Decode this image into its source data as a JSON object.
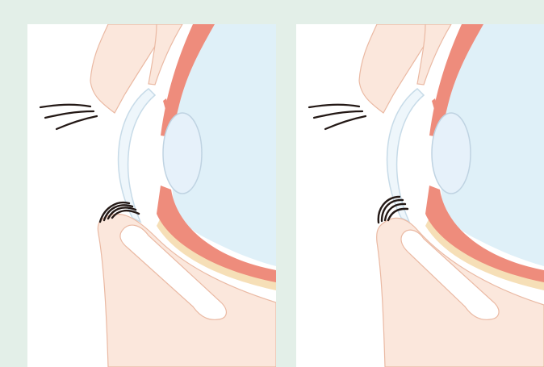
{
  "figure": {
    "description_visible_text": "",
    "panels": [
      {
        "id": "left",
        "variant": "lower-lid-lashes-touching-cornea"
      },
      {
        "id": "right",
        "variant": "lower-lid-lashes-separated"
      }
    ]
  },
  "colors": {
    "frame_background": "#e3efe8",
    "panel_background": "#ffffff",
    "skin": "#fbe7dc",
    "skin_outline": "#eab9a3",
    "conjunctiva_red": "#ee8c7c",
    "sclera_cream": "#f6dfb7",
    "vitreous_blue": "#dff0f8",
    "cornea": "#eef6fb",
    "cornea_outline": "#c7dbe8",
    "lens": "#e6f1fa",
    "lens_outline": "#bfd3e2",
    "tarsal_plate": "#ffffff",
    "eyelash": "#231815"
  }
}
